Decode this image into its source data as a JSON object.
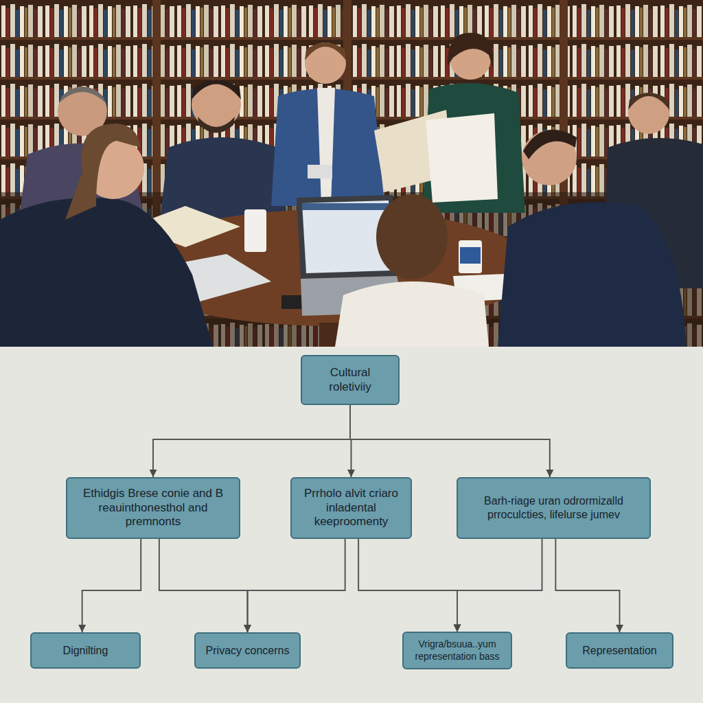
{
  "diagram": {
    "nodes": [
      {
        "text": [
          "Cultural roletiviiy"
        ]
      },
      {
        "text": [
          "Ethidgis Brese conie and B reauinthonesthol and premnonts"
        ]
      },
      {
        "text": [
          "Prrholo alvit criaro inladental keeproomenty"
        ]
      },
      {
        "text": [
          "Barh-riage uran odrormizalld prroculcties, lifelurse jumev"
        ]
      },
      {
        "text": [
          "Dignilting"
        ]
      },
      {
        "text": [
          "Privacy concerns"
        ]
      },
      {
        "text": [
          "Vrigra/bsuua..yum representation bass"
        ]
      },
      {
        "text": [
          "Representation"
        ]
      }
    ],
    "edges": [
      {
        "from": 0,
        "to": 1,
        "arrow": "to"
      },
      {
        "from": 0,
        "to": 2,
        "arrow": "to"
      },
      {
        "from": 0,
        "to": 3,
        "arrow": "to"
      },
      {
        "from": 1,
        "to": 4,
        "arrow": "to"
      },
      {
        "from": 1,
        "to": 5,
        "arrow": "to"
      },
      {
        "from": 2,
        "to": 5,
        "arrow": "to"
      },
      {
        "from": 2,
        "to": 6,
        "arrow": "to"
      },
      {
        "from": 3,
        "to": 6,
        "arrow": "to"
      },
      {
        "from": 3,
        "to": 7,
        "arrow": "to"
      }
    ]
  }
}
